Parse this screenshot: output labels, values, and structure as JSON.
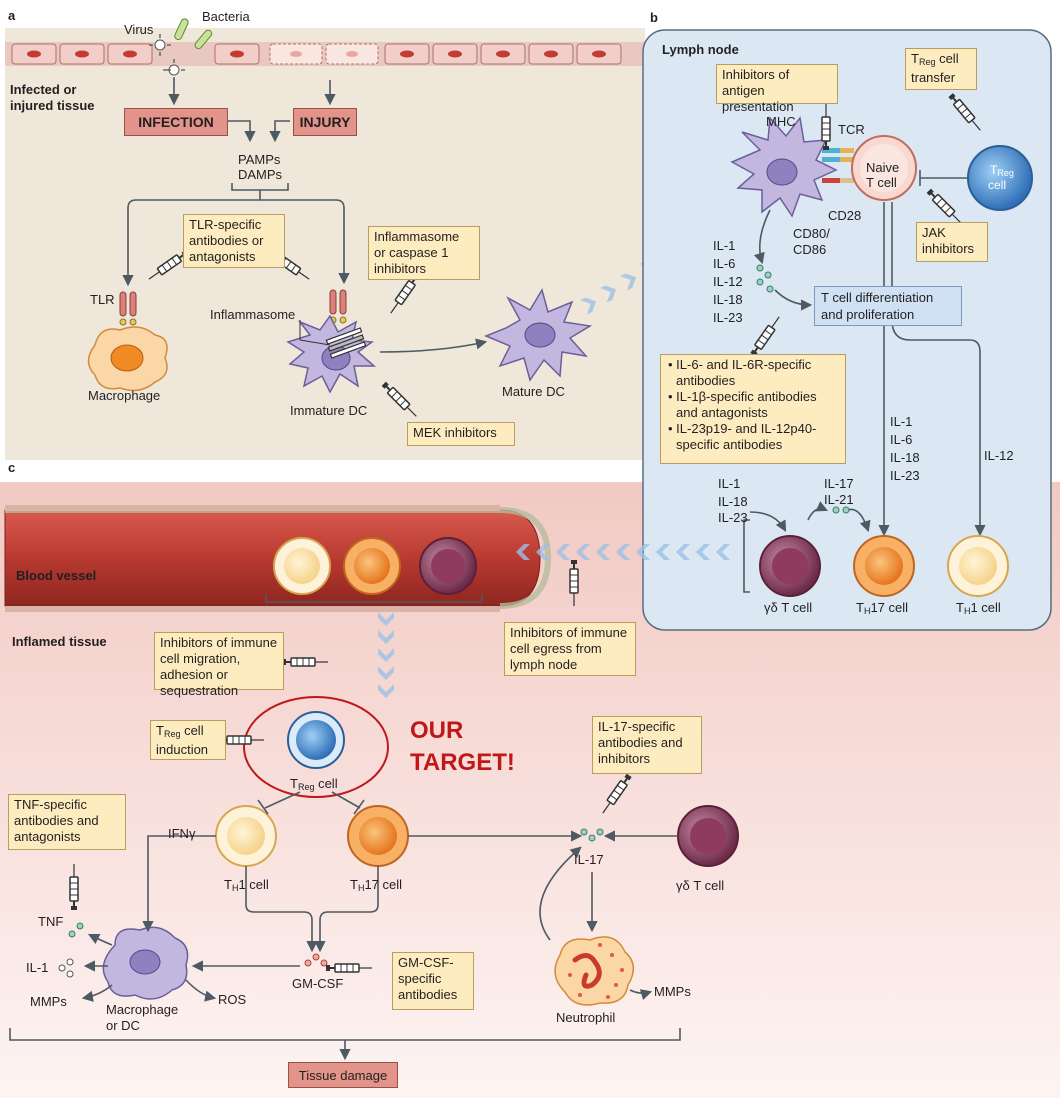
{
  "panels": {
    "a": "a",
    "b": "b",
    "c": "c"
  },
  "panel_a": {
    "virus": "Virus",
    "bacteria": "Bacteria",
    "tissue": "Infected or injured tissue",
    "infection": "INFECTION",
    "injury": "INJURY",
    "pamps": "PAMPs",
    "damps": "DAMPs",
    "tlr_drug": "TLR-specific antibodies or antagonists",
    "inflammasome_drug": "Inflammasome or caspase 1 inhibitors",
    "tlr": "TLR",
    "inflammasome": "Inflammasome",
    "macrophage": "Macrophage",
    "immature_dc": "Immature DC",
    "mature_dc": "Mature DC",
    "mek": "MEK inhibitors"
  },
  "panel_b": {
    "title": "Lymph node",
    "antigen_drug": "Inhibitors of antigen presentation",
    "treg_transfer_pre": "T",
    "treg_transfer_sub": "Reg",
    "treg_transfer_post": " cell transfer",
    "mhc": "MHC",
    "tcr": "TCR",
    "naive1": "Naive",
    "naive2": "T cell",
    "treg_cell_t": "T",
    "treg_cell_sub": "Reg",
    "treg_cell_post": "cell",
    "cd28": "CD28",
    "cd80": "CD80/",
    "cd86": "CD86",
    "jak": "JAK inhibitors",
    "cytokines_dc": [
      "IL-1",
      "IL-6",
      "IL-12",
      "IL-18",
      "IL-23"
    ],
    "differentiation": "T cell differentiation and proliferation",
    "bullets": [
      "IL-6- and IL-6R-specific antibodies",
      "IL-1β-specific antibodies and antagonists",
      "IL-23p19- and IL-12p40-specific antibodies"
    ],
    "cytokines_th17": [
      "IL-1",
      "IL-6",
      "IL-18",
      "IL-23"
    ],
    "il12": "IL-12",
    "cytokines_gd": [
      "IL-1",
      "IL-18",
      "IL-23"
    ],
    "il17_21": [
      "IL-17",
      "IL-21"
    ],
    "gd_cell": "γδ T cell",
    "th17_pre": "T",
    "th17_sub": "H",
    "th17_post": "17 cell",
    "th1_pre": "T",
    "th1_sub": "H",
    "th1_post": "1 cell"
  },
  "panel_c": {
    "blood_vessel": "Blood vessel",
    "inflamed": "Inflamed tissue",
    "migration_drug": "Inhibitors of immune cell migration, adhesion or sequestration",
    "egress_drug": "Inhibitors of immune cell egress from lymph node",
    "treg_induction_pre": "T",
    "treg_induction_sub": "Reg",
    "treg_induction_post": " cell induction",
    "treg_cell_pre": "T",
    "treg_cell_sub": "Reg",
    "treg_cell_post": " cell",
    "target1": "OUR",
    "target2": "TARGET!",
    "il17_drug": "IL-17-specific antibodies and inhibitors",
    "tnf_drug": "TNF-specific antibodies and antagonists",
    "ifng": "IFNγ",
    "th1_pre": "T",
    "th1_sub": "H",
    "th1_post": "1 cell",
    "th17_pre": "T",
    "th17_sub": "H",
    "th17_post": "17 cell",
    "il17": "IL-17",
    "gd_cell": "γδ T cell",
    "tnf": "TNF",
    "il1": "IL-1",
    "mmps_left": "MMPs",
    "macrophage1": "Macrophage",
    "macrophage2": "or DC",
    "ros": "ROS",
    "gmcsf": "GM-CSF",
    "gmcsf_drug": "GM-CSF-specific antibodies",
    "neutrophil": "Neutrophil",
    "mmps_right": "MMPs",
    "tissue_damage": "Tissue damage"
  },
  "colors": {
    "tissue_bg": "#efe7da",
    "lymph_bg": "#d6e5f3",
    "inflamed_bg": "#f6d9d4",
    "vessel": "#b23a33",
    "dc_purple": "#a89bc9",
    "macrophage_orange": "#f5b05a",
    "treg_blue": "#4a86c8",
    "target_red": "#c0181a",
    "drug_box": "#fdecc0",
    "red_box": "#e2938a"
  },
  "icons": [
    "virus-icon",
    "bacteria-icon",
    "syringe-icon",
    "tlr-receptor-icon",
    "inflammasome-icon",
    "dendritic-cell-icon",
    "macrophage-icon",
    "t-cell-icon",
    "neutrophil-icon",
    "chevron-arrow-icon"
  ]
}
